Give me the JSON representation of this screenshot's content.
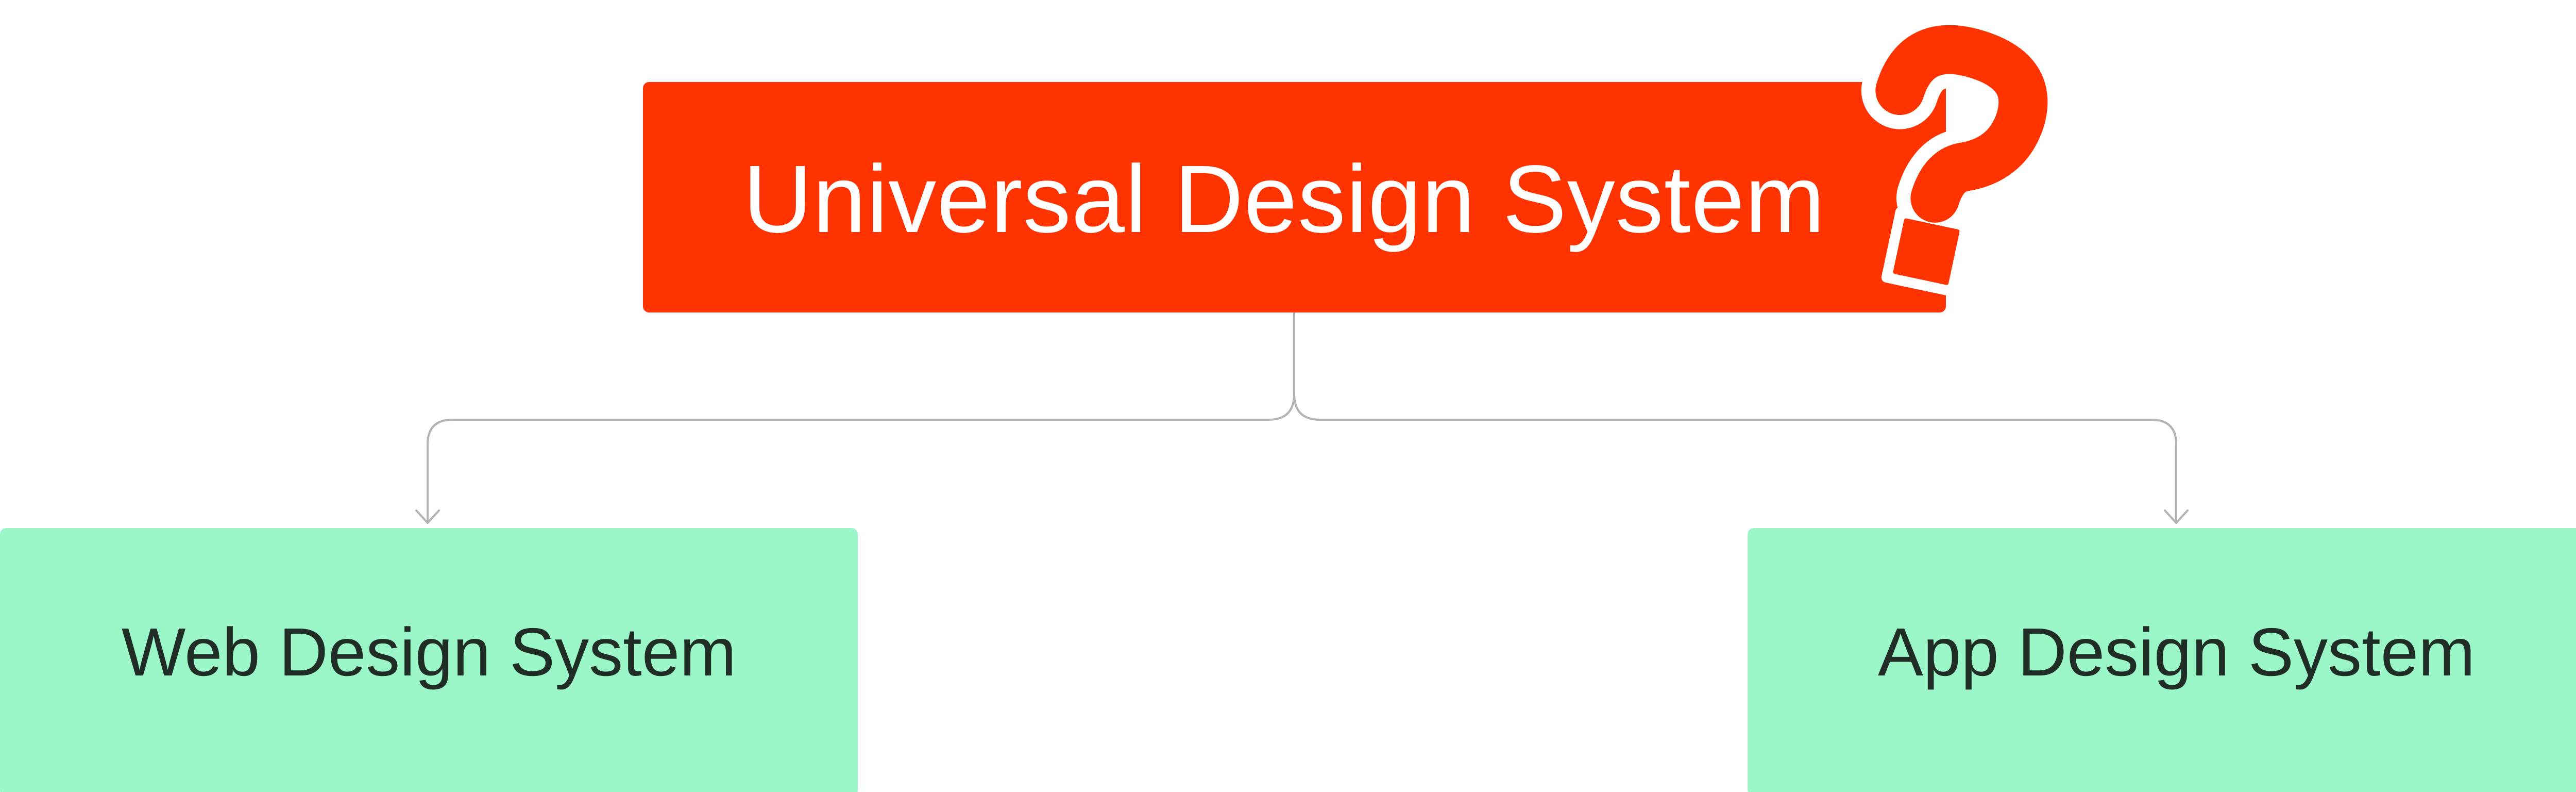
{
  "diagram": {
    "root": {
      "label": "Universal Design System",
      "color": "#ff3300",
      "text_color": "#ffffff"
    },
    "children": [
      {
        "label": "Web Design System",
        "color": "#9bf7c8",
        "text_color": "#1f2d26"
      },
      {
        "label": "App Design System",
        "color": "#9bf7c8",
        "text_color": "#1f2d26"
      }
    ],
    "connector_color": "#b3b3b3",
    "badge": {
      "icon": "question-mark-icon",
      "color": "#ff3300",
      "outline_color": "#ffffff"
    }
  }
}
